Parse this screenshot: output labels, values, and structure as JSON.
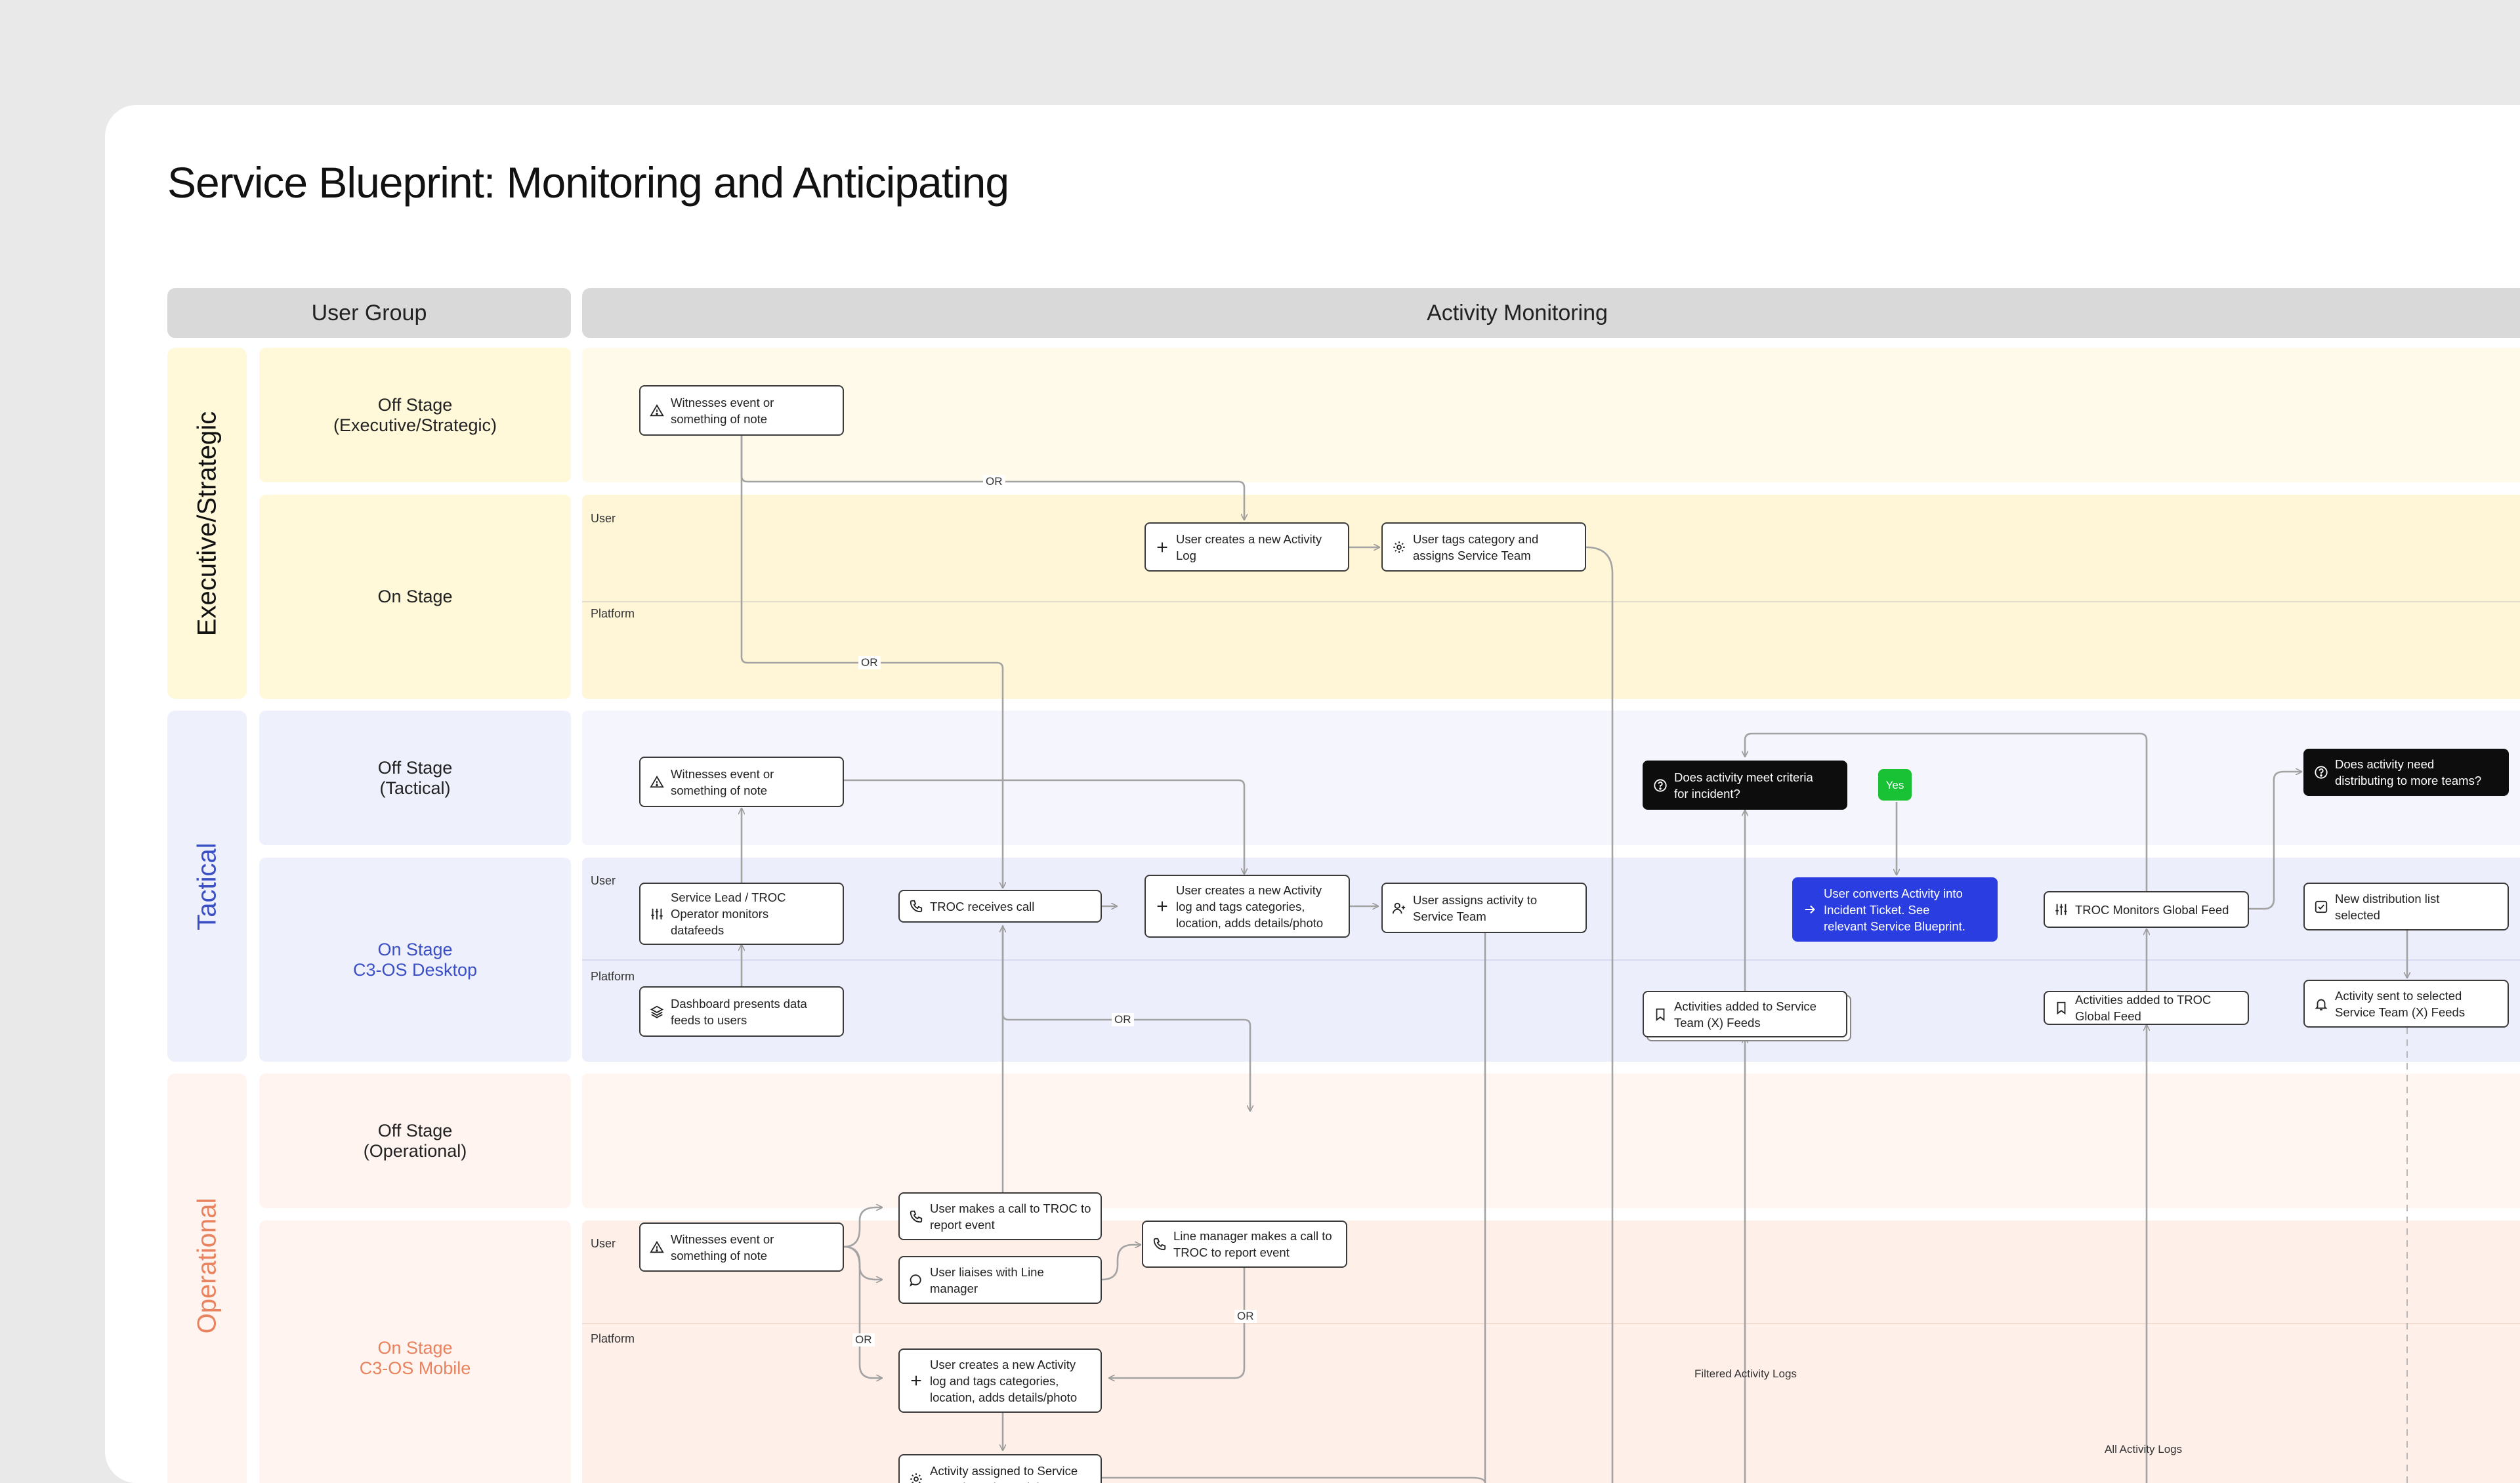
{
  "title": "Service Blueprint: Monitoring and Anticipating",
  "headers": {
    "user_group": "User Group",
    "activity_monitoring": "Activity Monitoring"
  },
  "colors": {
    "executive_label": "#fff8d9",
    "executive_band": "#fff6d8",
    "tactical_label": "#eef0fc",
    "tactical_band": "#eef0fd",
    "operational_label": "#fff4ef",
    "operational_band": "#fff0ea",
    "tactical_text": "#3b4fc4",
    "operational_text": "#e9825e"
  },
  "groups": {
    "executive": "Executive/Strategic",
    "tactical": "Tactical",
    "operational": "Operational"
  },
  "rows": {
    "exec_off": "Off Stage\n(Executive/Strategic)",
    "exec_on": "On Stage",
    "tac_off": "Off Stage\n(Tactical)",
    "tac_on": "On Stage\nC3-OS Desktop",
    "op_off": "Off Stage\n(Operational)",
    "op_on": "On Stage\nC3-OS Mobile"
  },
  "sublanes": {
    "user": "User",
    "platform": "Platform"
  },
  "nodes": {
    "n1": {
      "text": "Witnesses event or\nsomething of note",
      "icon": "warning-icon"
    },
    "n2": {
      "text": "User creates a new Activity\nLog",
      "icon": "plus-icon"
    },
    "n3": {
      "text": "User tags category and\nassigns Service Team",
      "icon": "gear-icon"
    },
    "n4": {
      "text": "Witnesses event or\nsomething of note",
      "icon": "warning-icon"
    },
    "n5": {
      "text": "Service Lead / TROC\nOperator monitors\ndatafeeds",
      "icon": "sliders-icon"
    },
    "n6": {
      "text": "TROC receives call",
      "icon": "phone-icon"
    },
    "n7": {
      "text": "User creates a new Activity\nlog and tags categories,\nlocation, adds details/photo",
      "icon": "plus-icon"
    },
    "n8": {
      "text": "User assigns activity to\nService Team",
      "icon": "user-add-icon"
    },
    "n9": {
      "text": "Dashboard presents data\nfeeds to users",
      "icon": "layers-icon"
    },
    "n10": {
      "text": "Does activity meet criteria\nfor incident?",
      "icon": "question-icon"
    },
    "n11": {
      "text": "Yes",
      "icon": ""
    },
    "n12": {
      "text": "User converts Activity into\nIncident Ticket. See\nrelevant Service Blueprint.",
      "icon": "arrow-right-icon"
    },
    "n13": {
      "text": "TROC Monitors Global Feed",
      "icon": "sliders-icon"
    },
    "n14": {
      "text": "Does activity need\ndistributing to more teams?",
      "icon": "question-icon"
    },
    "n15": {
      "text": "New distribution list\nselected",
      "icon": "checkbox-icon"
    },
    "n16": {
      "text": "Activities added to Service\nTeam (X) Feeds",
      "icon": "bookmark-icon"
    },
    "n17": {
      "text": "Activities added to TROC\nGlobal Feed",
      "icon": "bookmark-icon"
    },
    "n18": {
      "text": "Activity sent to selected\nService Team (X) Feeds",
      "icon": "bell-icon"
    },
    "n19": {
      "text": "Witnesses event or\nsomething of note",
      "icon": "warning-icon"
    },
    "n20": {
      "text": "User makes a call to TROC to\nreport event",
      "icon": "phone-icon"
    },
    "n21": {
      "text": "User liaises with Line\nmanager",
      "icon": "chat-icon"
    },
    "n22": {
      "text": "Line manager makes a call to\nTROC to report event",
      "icon": "phone-icon"
    },
    "n23": {
      "text": "User creates a new Activity\nlog and tags categories,\nlocation, adds details/photo",
      "icon": "plus-icon"
    },
    "n24": {
      "text": "Activity assigned to Service\nTeam based on origin",
      "icon": "gear-icon"
    }
  },
  "flow_labels": {
    "or1": "OR",
    "or2": "OR",
    "or3": "OR",
    "or4": "OR",
    "or5": "OR",
    "filtered": "Filtered Activity Logs",
    "all_logs": "All Activity Logs"
  }
}
